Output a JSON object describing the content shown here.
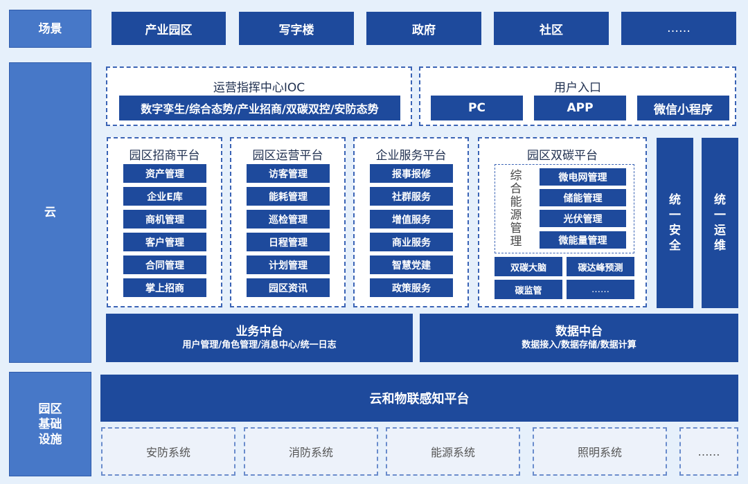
{
  "rows": {
    "scene": "场景",
    "cloud": "云",
    "infra": [
      "园区",
      "基础",
      "设施"
    ]
  },
  "scenes": [
    "产业园区",
    "写字楼",
    "政府",
    "社区",
    "……"
  ],
  "ioc": {
    "title": "运营指挥中心IOC",
    "content": "数字孪生/综合态势/产业招商/双碳双控/安防态势"
  },
  "user_entry": {
    "title": "用户入口",
    "items": [
      "PC",
      "APP",
      "微信小程序"
    ]
  },
  "platforms": [
    {
      "title": "园区招商平台",
      "items": [
        "资产管理",
        "企业E库",
        "商机管理",
        "客户管理",
        "合同管理",
        "掌上招商"
      ]
    },
    {
      "title": "园区运营平台",
      "items": [
        "访客管理",
        "能耗管理",
        "巡检管理",
        "日程管理",
        "计划管理",
        "园区资讯"
      ]
    },
    {
      "title": "企业服务平台",
      "items": [
        "报事报修",
        "社群服务",
        "增值服务",
        "商业服务",
        "智慧党建",
        "政策服务"
      ]
    }
  ],
  "carbon": {
    "title": "园区双碳平台",
    "energy_label": [
      "综",
      "合",
      "能",
      "源",
      "管",
      "理"
    ],
    "energy_items": [
      "微电网管理",
      "储能管理",
      "光伏管理",
      "微能量管理"
    ],
    "bottom": [
      "双碳大脑",
      "碳达峰预测",
      "碳监管",
      "……"
    ]
  },
  "unified": [
    [
      "统",
      "一",
      "安",
      "全"
    ],
    [
      "统",
      "一",
      "运",
      "维"
    ]
  ],
  "business_mid": {
    "title": "业务中台",
    "sub": "用户管理/角色管理/消息中心/统一日志"
  },
  "data_mid": {
    "title": "数据中台",
    "sub": "数据接入/数据存储/数据计算"
  },
  "iot": "云和物联感知平台",
  "systems": [
    "安防系统",
    "消防系统",
    "能源系统",
    "照明系统",
    "……"
  ]
}
